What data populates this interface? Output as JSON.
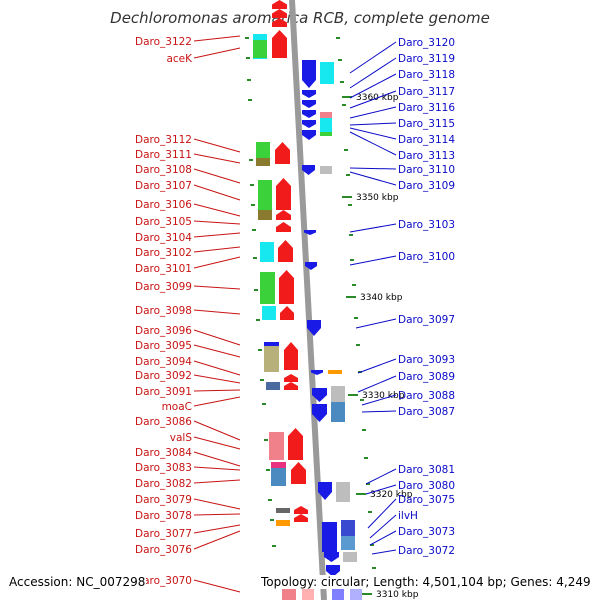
{
  "title": "Dechloromonas aromatica RCB, complete genome",
  "footer": {
    "accession": "Accession: NC_007298",
    "topology": "Topology: circular; Length: 4,501,104 bp; Genes: 4,249"
  },
  "colors": {
    "left_label": "#c81414",
    "right_label": "#0a0ac8",
    "forward_gene": "#f21b1b",
    "reverse_gene": "#1a1ae6",
    "backbone": "#9a9a9a"
  },
  "ruler": [
    "3360 kbp",
    "3350 kbp",
    "3340 kbp",
    "3330 kbp",
    "3320 kbp",
    "3310 kbp"
  ],
  "left_labels": [
    {
      "text": "Daro_3122"
    },
    {
      "text": "aceK"
    },
    {
      "text": "Daro_3112"
    },
    {
      "text": "Daro_3111"
    },
    {
      "text": "Daro_3108"
    },
    {
      "text": "Daro_3107"
    },
    {
      "text": "Daro_3106"
    },
    {
      "text": "Daro_3105"
    },
    {
      "text": "Daro_3104"
    },
    {
      "text": "Daro_3102"
    },
    {
      "text": "Daro_3101"
    },
    {
      "text": "Daro_3099"
    },
    {
      "text": "Daro_3098"
    },
    {
      "text": "Daro_3096"
    },
    {
      "text": "Daro_3095"
    },
    {
      "text": "Daro_3094"
    },
    {
      "text": "Daro_3092"
    },
    {
      "text": "Daro_3091"
    },
    {
      "text": "moaC"
    },
    {
      "text": "Daro_3086"
    },
    {
      "text": "valS"
    },
    {
      "text": "Daro_3084"
    },
    {
      "text": "Daro_3083"
    },
    {
      "text": "Daro_3082"
    },
    {
      "text": "Daro_3079"
    },
    {
      "text": "Daro_3078"
    },
    {
      "text": "Daro_3077"
    },
    {
      "text": "Daro_3076"
    },
    {
      "text": "Daro_3070"
    }
  ],
  "right_labels": [
    {
      "text": "Daro_3120"
    },
    {
      "text": "Daro_3119"
    },
    {
      "text": "Daro_3118"
    },
    {
      "text": "Daro_3117"
    },
    {
      "text": "Daro_3116"
    },
    {
      "text": "Daro_3115"
    },
    {
      "text": "Daro_3114"
    },
    {
      "text": "Daro_3113"
    },
    {
      "text": "Daro_3110"
    },
    {
      "text": "Daro_3109"
    },
    {
      "text": "Daro_3103"
    },
    {
      "text": "Daro_3100"
    },
    {
      "text": "Daro_3097"
    },
    {
      "text": "Daro_3093"
    },
    {
      "text": "Daro_3089"
    },
    {
      "text": "Daro_3088"
    },
    {
      "text": "Daro_3087"
    },
    {
      "text": "Daro_3081"
    },
    {
      "text": "Daro_3080"
    },
    {
      "text": "Daro_3075"
    },
    {
      "text": "ilvH"
    },
    {
      "text": "Daro_3073"
    },
    {
      "text": "Daro_3072"
    }
  ]
}
